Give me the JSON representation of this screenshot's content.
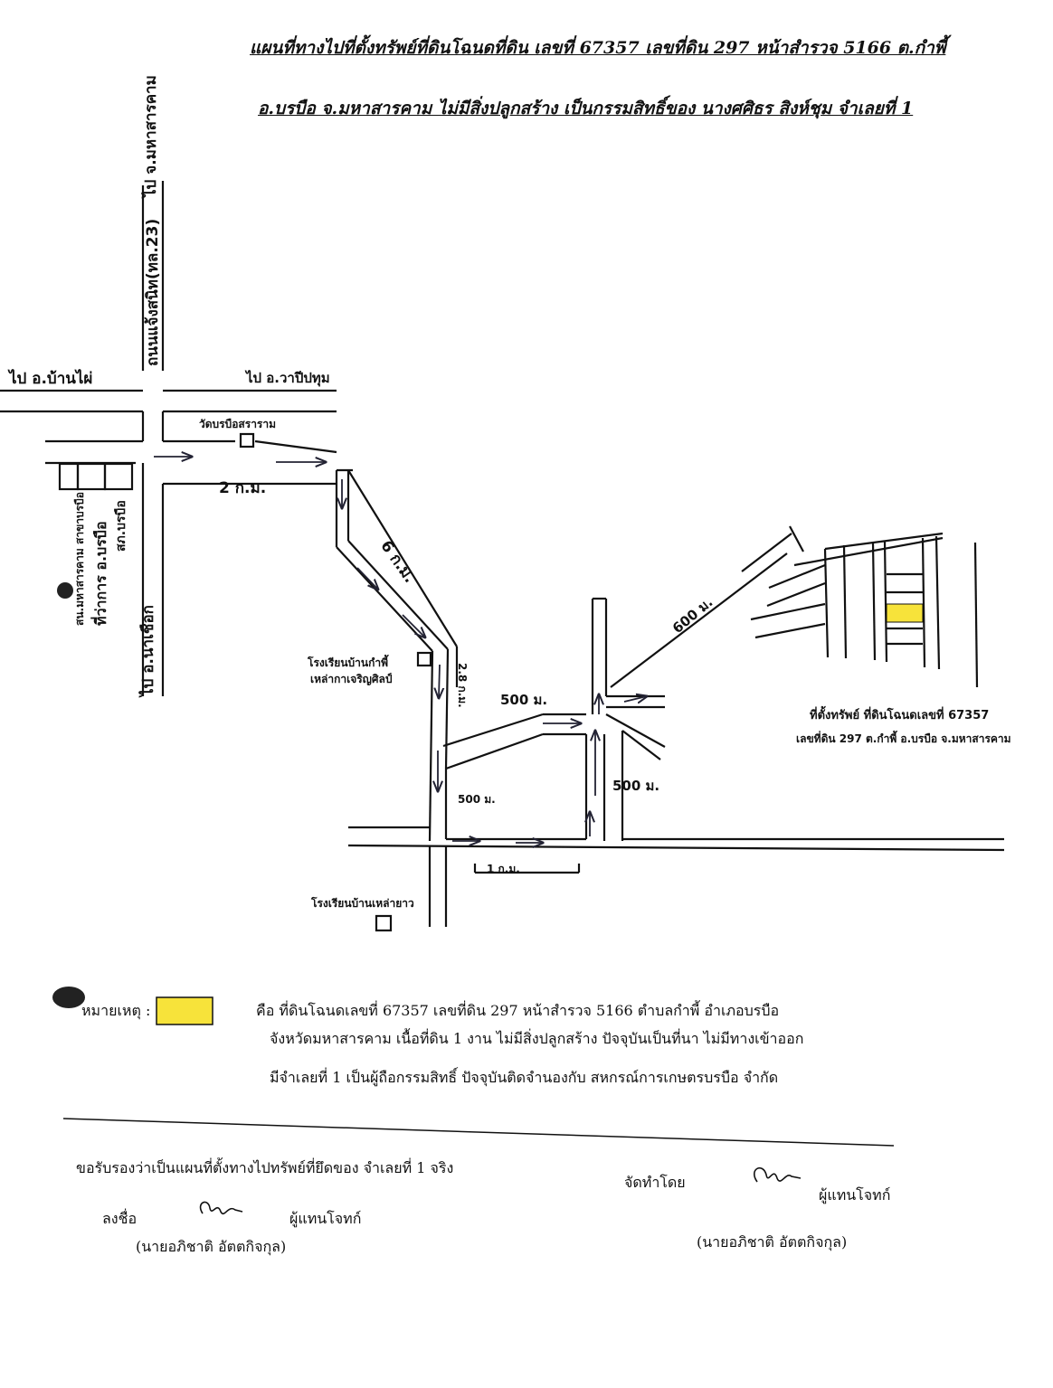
{
  "header": {
    "line1": "แผนที่ทางไปที่ตั้งทรัพย์ที่ดินโฉนดที่ดิน เลขที่ 67357  เลขที่ดิน 297 หน้าสำรวจ  5166  ต.กำพี้",
    "line2": "อ.บรบือ  จ.มหาสารคาม  ไม่มีสิ่งปลูกสร้าง  เป็นกรรมสิทธิ์ของ นางศศิธร สิงห์ชุม  จำเลยที่ 1"
  },
  "map": {
    "to_mahasarakham": "ไป จ.มหาสารคาม",
    "highway_23": "ถนนแจ้งสนิท(ทล.23)",
    "to_ban_phai": "ไป อ.บ้านไผ่",
    "to_wapi_pathum": "ไป อ.วาปีปทุม",
    "temple": "วัดบรบือสราราม",
    "to_na_chueak": "ไป อ.นาเชือก",
    "office_label_1": "สน.มหาสารคาม สาขาบรบือ",
    "office_label_2": "ที่ว่าการ อ.บรบือ",
    "office_label_3": "สภ.บรบือ",
    "dist_2km": "2 ก.ม.",
    "dist_6km": "6 ก.ม.",
    "dist_28km": "2.8 ก.ม.",
    "school_kamphi_1": "โรงเรียนบ้านกำพี้",
    "school_kamphi_2": "เหล่ากาเจริญศิลป์",
    "dist_500_a": "500 ม.",
    "dist_500_b": "500 ม.",
    "dist_500_c": "500 ม.",
    "dist_600": "600 ม.",
    "dist_1km": "1 ก.ม.",
    "school_lao_yao": "โรงเรียนบ้านเหล่ายาว",
    "property_label_1": "ที่ตั้งทรัพย์ ที่ดินโฉนดเลขที่ 67357",
    "property_label_2": "เลขที่ดิน 297  ต.กำพี้ อ.บรบือ จ.มหาสารคาม",
    "highlight_color": "#f7e33a"
  },
  "legend": {
    "label": "หมายเหตุ :",
    "line1": "คือ  ที่ดินโฉนดเลขที่ 67357 เลขที่ดิน 297  หน้าสำรวจ 5166 ตำบลกำพี้  อำเภอบรบือ",
    "line2": "จังหวัดมหาสารคาม  เนื้อที่ดิน  1 งาน  ไม่มีสิ่งปลูกสร้าง ปัจจุบันเป็นที่นา ไม่มีทางเข้าออก",
    "line3": "มีจำเลยที่ 1  เป็นผู้ถือกรรมสิทธิ์     ปัจจุบันติดจำนองกับ สหกรณ์การเกษตรบรบือ จำกัด"
  },
  "footer": {
    "certify": "ขอรับรองว่าเป็นแผนที่ตั้งทางไปทรัพย์ที่ยึดของ  จำเลยที่ 1   จริง",
    "sign_label": "ลงชื่อ",
    "sign_role_left": "ผู้แทนโจทก์",
    "name_left": "(นายอภิชาติ  อัตตกิจกุล)",
    "made_by": "จัดทำโดย",
    "sign_role_right": "ผู้แทนโจทก์",
    "name_right": "(นายอภิชาติ  อัตตกิจกุล)"
  }
}
